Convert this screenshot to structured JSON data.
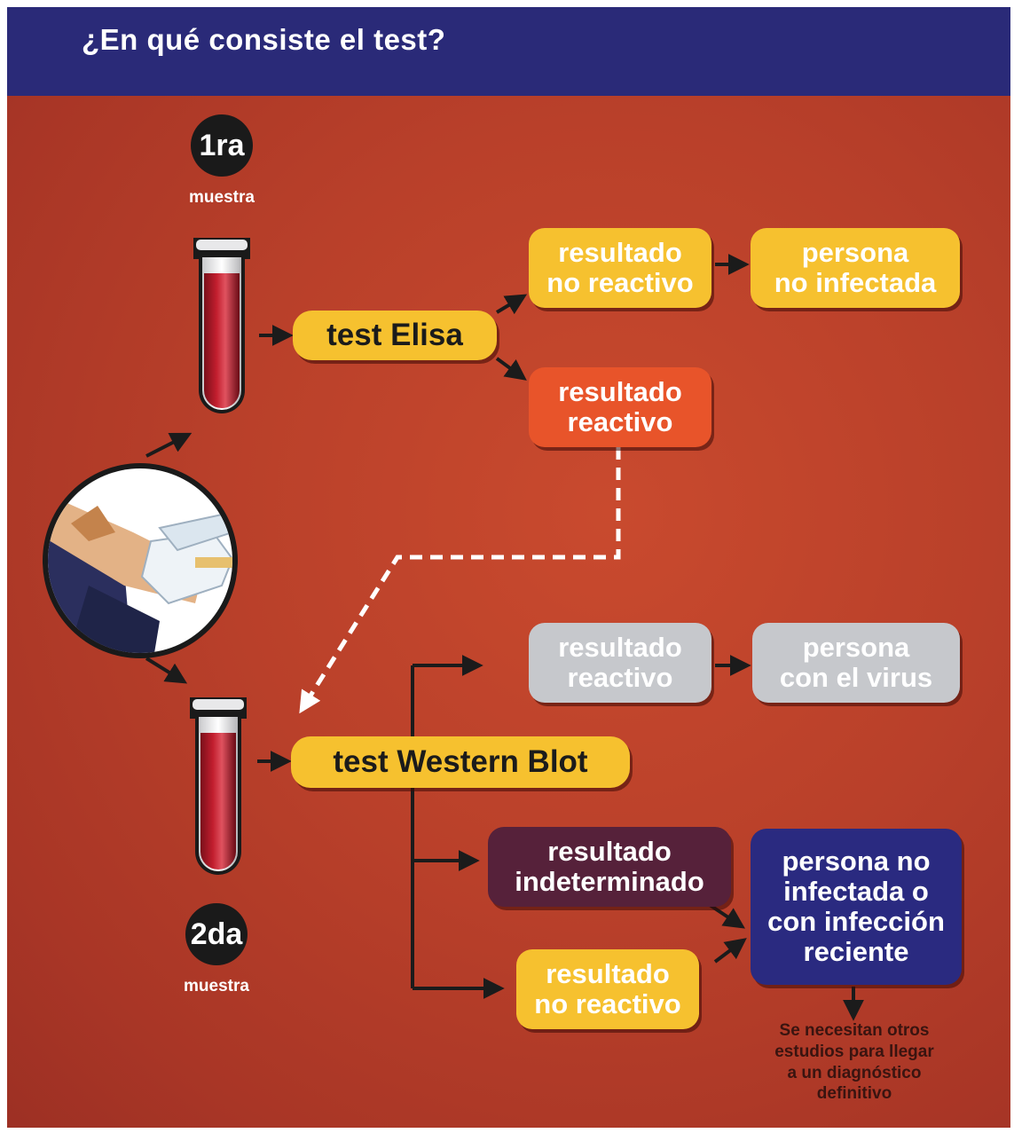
{
  "header": {
    "title": "¿En qué consiste el test?"
  },
  "samples": [
    {
      "number": "1ra",
      "label": "muestra"
    },
    {
      "number": "2da",
      "label": "muestra"
    }
  ],
  "tests": {
    "elisa": "test Elisa",
    "western_blot": "test Western Blot"
  },
  "elisa_results": {
    "no_reactivo": "resultado\nno reactivo",
    "reactivo": "resultado\nreactivo",
    "no_infectada": "persona\nno infectada"
  },
  "wb_results": {
    "reactivo": "resultado\nreactivo",
    "con_virus": "persona\ncon el virus",
    "indeterminado": "resultado\nindeterminado",
    "no_reactivo": "resultado\nno reactivo",
    "final": "persona no\ninfectada o\ncon infección\nreciente"
  },
  "footnote": "Se necesitan otros\nestudios para llegar\na un diagnóstico\ndefinitivo",
  "colors": {
    "header": "#2a2a78",
    "background": "#b9402a",
    "yellow": "#f6c12f",
    "orange": "#e8542a",
    "gray": "#c6c8cc",
    "purple": "#56213a",
    "navy": "#2a2a80"
  }
}
